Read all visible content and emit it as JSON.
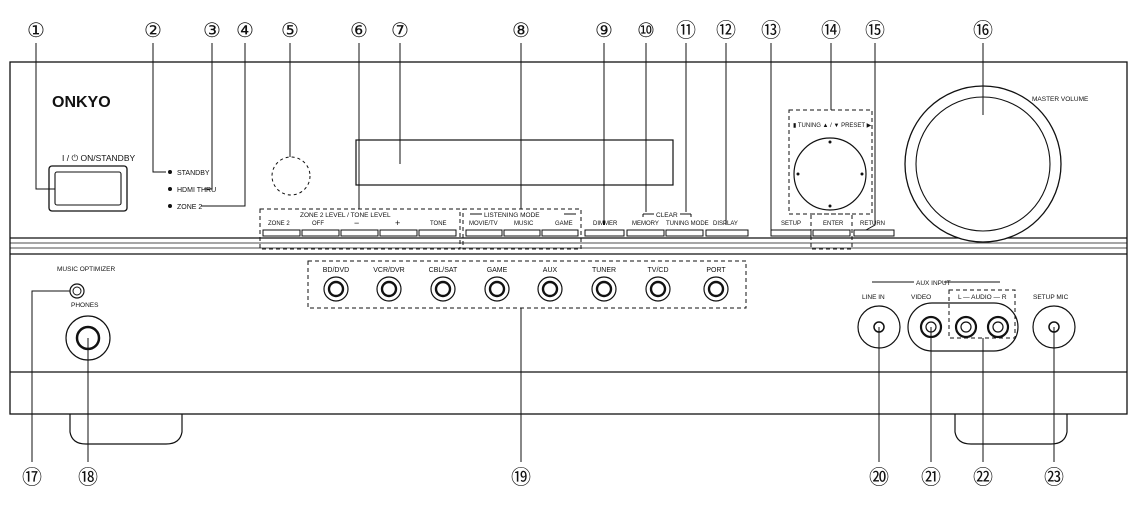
{
  "brand": "ONKYO",
  "power_label": "I / ⏻ ON/STANDBY",
  "indicators": [
    "STANDBY",
    "HDMI THRU",
    "ZONE 2"
  ],
  "zone_group_label": "ZONE 2 LEVEL / TONE LEVEL",
  "zone_buttons": [
    "ZONE 2",
    "OFF",
    "−",
    "+",
    "TONE"
  ],
  "listening_group_label": "LISTENING MODE",
  "listening_buttons": [
    "MOVIE/TV",
    "MUSIC",
    "GAME"
  ],
  "dimmer_label": "DIMMER",
  "clear_label": "CLEAR",
  "clear_buttons": [
    "MEMORY",
    "TUNING MODE"
  ],
  "display_label": "DISPLAY",
  "setup_label": "SETUP",
  "tuning_preset_label": "▮ TUNING ▲ / ▼ PRESET ▶",
  "enter_label": "ENTER",
  "return_label": "RETURN",
  "master_volume_label": "MASTER VOLUME",
  "music_optimizer_label": "MUSIC OPTIMIZER",
  "phones_label": "PHONES",
  "input_selectors": [
    "BD/DVD",
    "VCR/DVR",
    "CBL/SAT",
    "GAME",
    "AUX",
    "TUNER",
    "TV/CD",
    "PORT"
  ],
  "aux_input_label": "AUX INPUT",
  "line_in_label": "LINE IN",
  "video_label": "VIDEO",
  "audio_lr_label": "L — AUDIO — R",
  "setup_mic_label": "SETUP MIC",
  "callouts": [
    "①",
    "②",
    "③",
    "④",
    "⑤",
    "⑥",
    "⑦",
    "⑧",
    "⑨",
    "⑩",
    "⑪",
    "⑫",
    "⑬",
    "⑭",
    "⑮",
    "⑯",
    "⑰",
    "⑱",
    "⑲",
    "⑳",
    "㉑",
    "㉒",
    "㉓"
  ]
}
